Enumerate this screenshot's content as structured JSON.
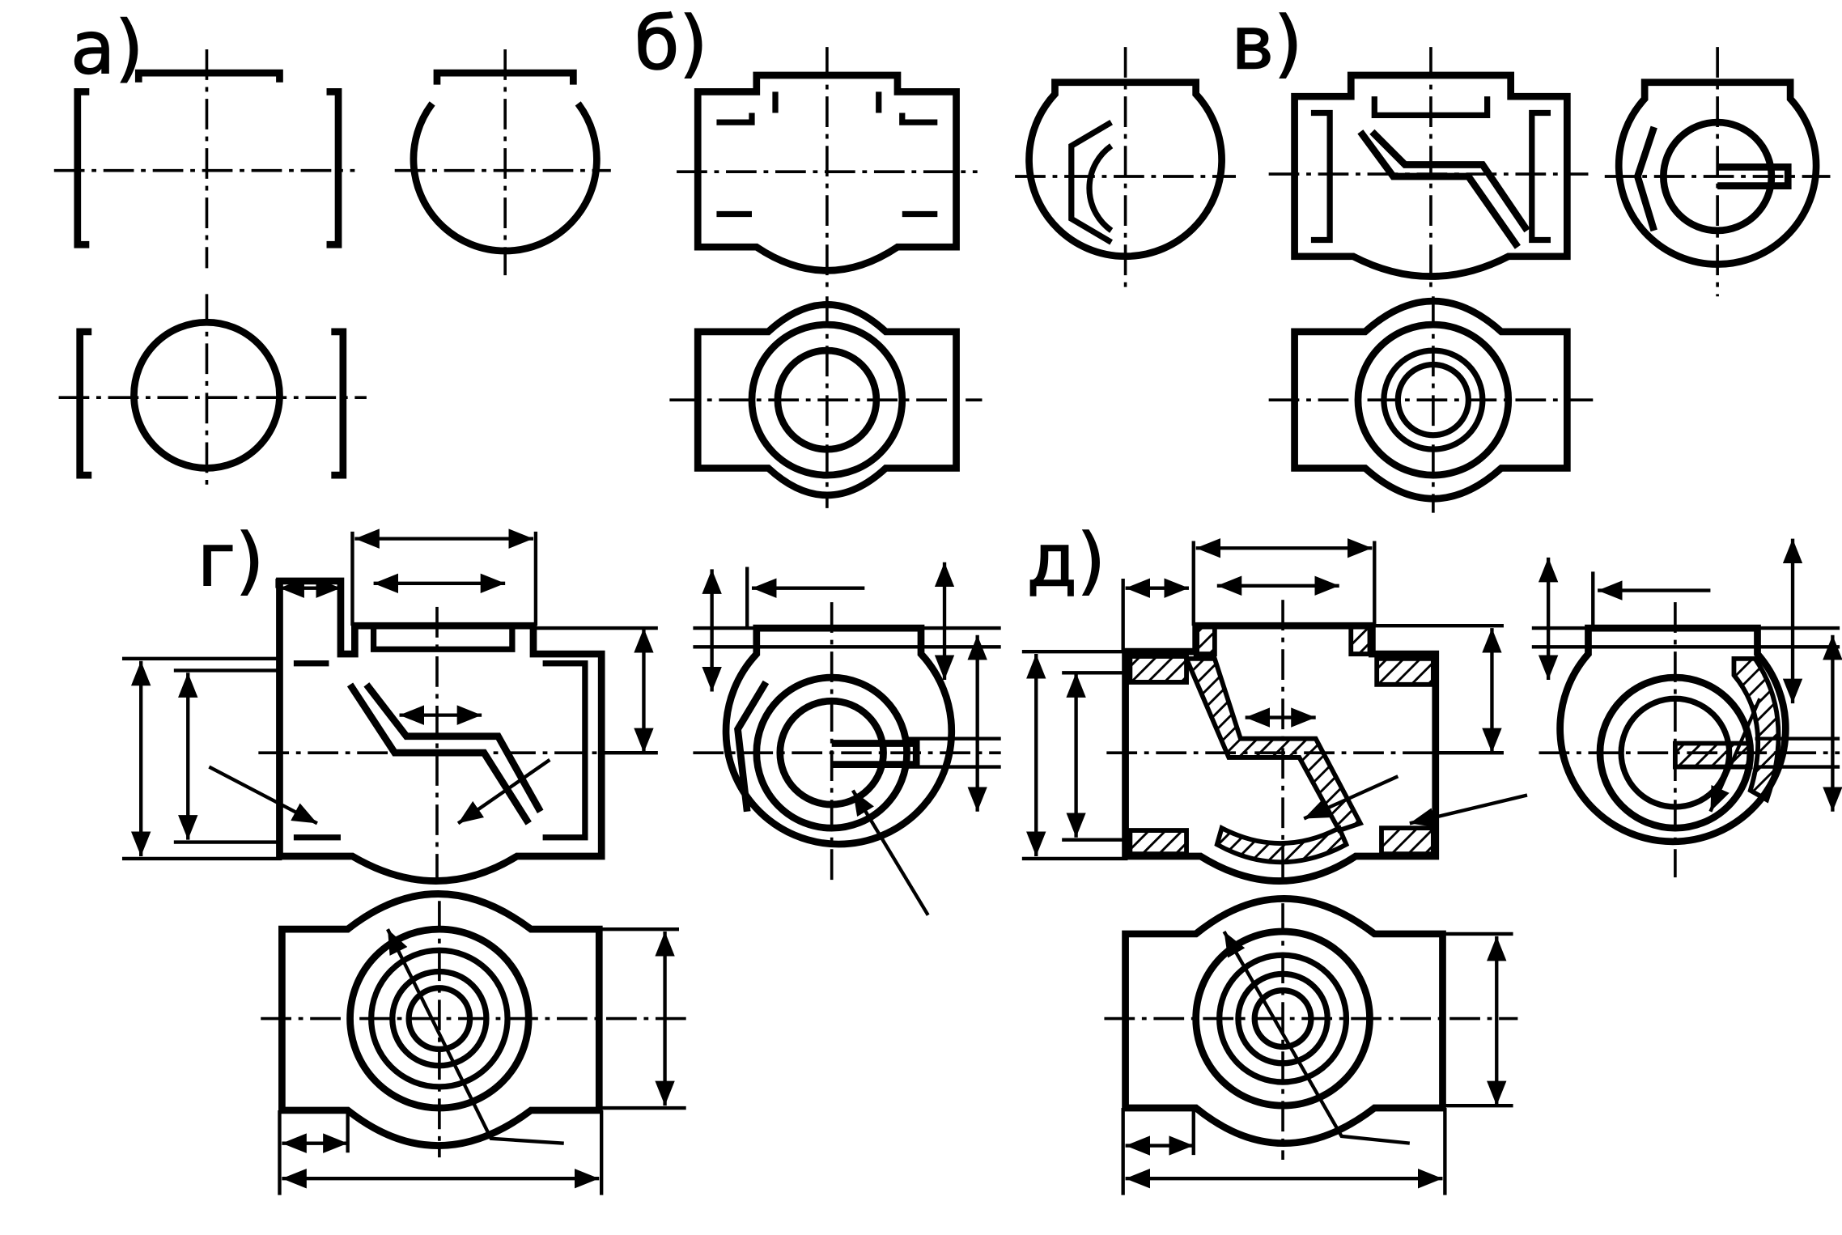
{
  "stage_labels": {
    "a": "а)",
    "b": "б)",
    "v": "в)",
    "g": "г)",
    "d": "д)"
  },
  "colors": {
    "ink": "#000000",
    "paper": "#ffffff"
  }
}
